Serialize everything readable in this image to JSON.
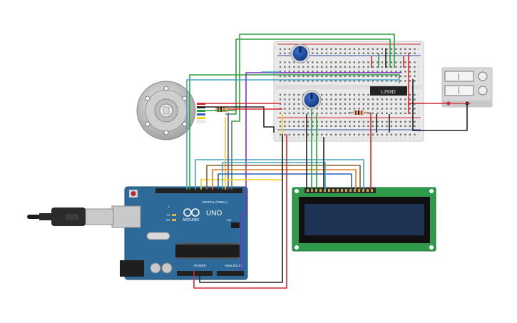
{
  "arduino": {
    "brand": "ARDUINO",
    "model": "UNO",
    "digital_label": "DIGITAL (PWM~)",
    "power_label": "POWER",
    "analog_label": "ANALOG IN",
    "tx_label": "TX",
    "rx_label": "RX",
    "l_label": "L",
    "on_label": "ON"
  },
  "driver_chip": {
    "label": "L293D"
  },
  "lcd": {
    "pin_count": 16,
    "screen_color": "#1f3355",
    "board_color": "#2f9a4a"
  },
  "breadboard": {
    "rail_red": "#d9262e",
    "rail_blue": "#2b4ea0"
  },
  "components": {
    "motor": "dc-motor",
    "pot_top": "potentiometer",
    "pot_bottom": "potentiometer",
    "resistor_motor": "resistor",
    "resistor_lcd": "resistor",
    "power_supply": "power-supply",
    "usb": "usb-cable"
  },
  "wire_colors": {
    "red": "#d9262e",
    "black": "#222222",
    "green": "#2e9e3e",
    "purple": "#7b35c2",
    "yellow": "#f0d21a",
    "orange": "#e07b1a",
    "cyan": "#44a6c6",
    "blue": "#2d5db5",
    "brown": "#8a5a2b"
  }
}
